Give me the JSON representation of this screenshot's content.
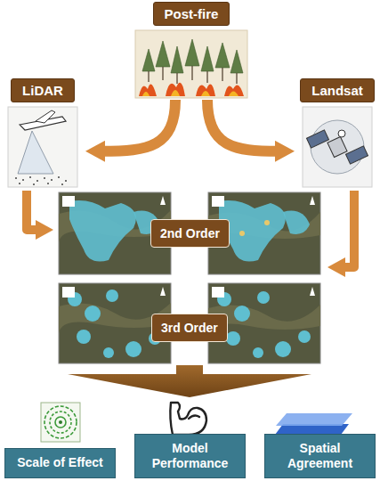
{
  "diagram": {
    "nodes": [
      {
        "text": [
          "Post-fire"
        ]
      },
      {
        "text": [
          "LiDAR"
        ]
      },
      {
        "text": [
          "Landsat"
        ]
      },
      {
        "text": [
          "2nd Order"
        ]
      },
      {
        "text": [
          "3rd Order"
        ]
      },
      {
        "text": [
          "Scale of Effect"
        ]
      },
      {
        "text": [
          "Model Performance"
        ]
      },
      {
        "text": [
          "Spatial Agreement"
        ]
      }
    ],
    "edges": [
      {
        "from": 0,
        "to": 1,
        "arrow": "to"
      },
      {
        "from": 0,
        "to": 2,
        "arrow": "to"
      }
    ]
  }
}
